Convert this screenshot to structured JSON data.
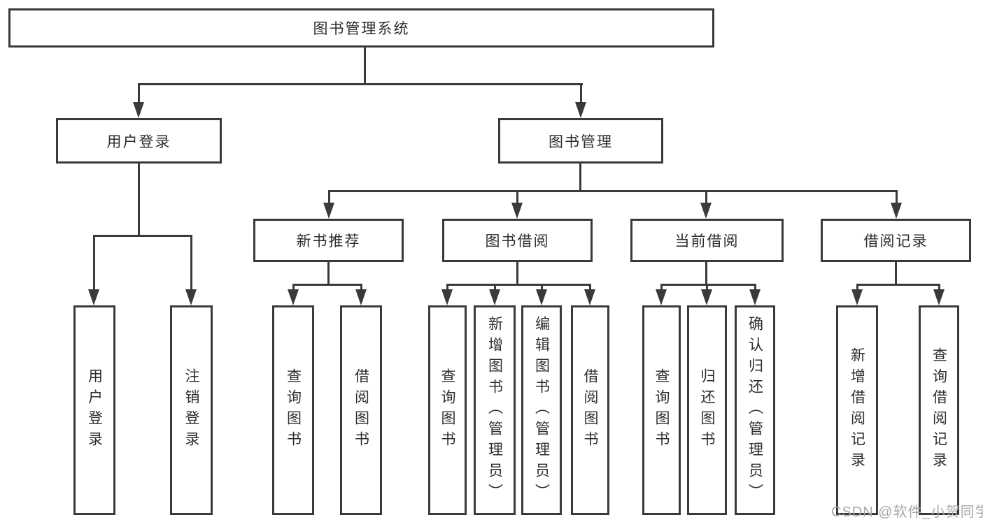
{
  "tree": {
    "root": {
      "label": "图书管理系统",
      "children": [
        {
          "label": "用户登录",
          "children": [
            {
              "label": "用户登录"
            },
            {
              "label": "注销登录"
            }
          ]
        },
        {
          "label": "图书管理",
          "children": [
            {
              "label": "新书推荐",
              "children": [
                {
                  "label": "查询图书"
                },
                {
                  "label": "借阅图书"
                }
              ]
            },
            {
              "label": "图书借阅",
              "children": [
                {
                  "label": "查询图书"
                },
                {
                  "label": "新增图书（管理员）"
                },
                {
                  "label": "编辑图书（管理员）"
                },
                {
                  "label": "借阅图书"
                }
              ]
            },
            {
              "label": "当前借阅",
              "children": [
                {
                  "label": "查询图书"
                },
                {
                  "label": "归还图书"
                },
                {
                  "label": "确认归还（管理员）"
                }
              ]
            },
            {
              "label": "借阅记录",
              "children": [
                {
                  "label": "新增借阅记录"
                },
                {
                  "label": "查询借阅记录"
                }
              ]
            }
          ]
        }
      ]
    }
  },
  "watermark": {
    "text": "CSDN @软件_小贺同学"
  },
  "colors": {
    "line": "#3a3a3a",
    "text": "#2e2e2e",
    "watermark": "#a8a8a8",
    "background": "#ffffff"
  }
}
